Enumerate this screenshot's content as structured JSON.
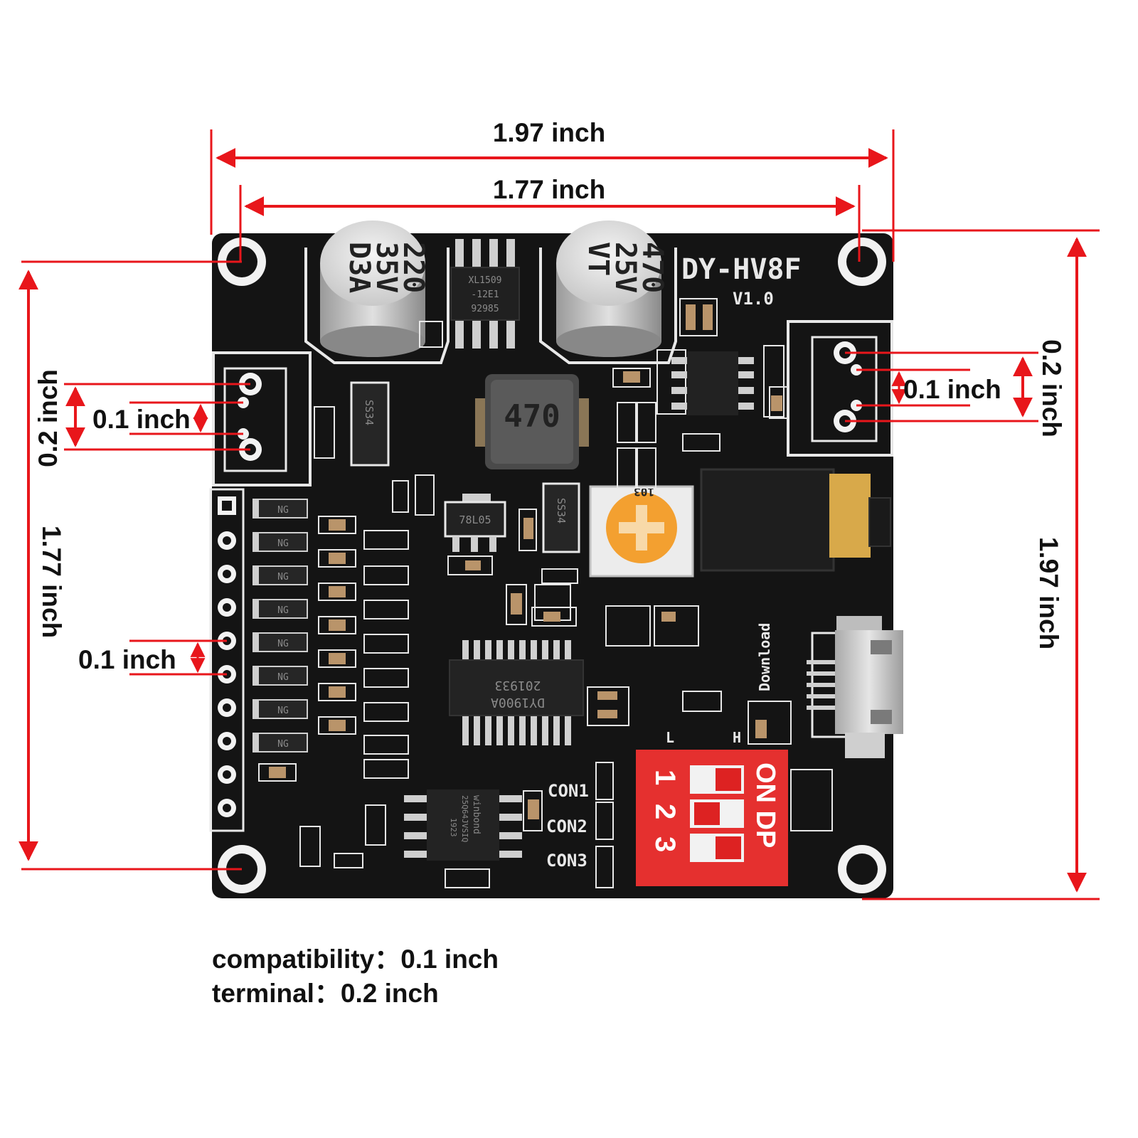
{
  "board": {
    "model": "DY-HV8F",
    "version": "V1.0",
    "capacitor_left": [
      "220",
      "35V",
      "D3A"
    ],
    "capacitor_right": [
      "470",
      "25V",
      "VT"
    ],
    "inductor": "470",
    "pot": "103",
    "regulator_chip": [
      "XL1509",
      "-12E1",
      "92985"
    ],
    "main_chip": [
      "201933",
      "DY1900A"
    ],
    "diode_1": "SS34",
    "diode_2": "SS34",
    "ldo": "78L05",
    "flash_chip": [
      "winbond",
      "25Q64JVSIQ",
      "1923"
    ],
    "diode_label": "NG",
    "con_labels": [
      "CON1",
      "CON2",
      "CON3"
    ],
    "dip_on_label": "ON DP",
    "dip_numbers": [
      "1",
      "2",
      "3"
    ],
    "dip_l": "L",
    "dip_h": "H",
    "download_label": "Download"
  },
  "dimensions": {
    "top_outer": "1.97 inch",
    "top_inner": "1.77 inch",
    "left_terminal_pitch": "0.2 inch",
    "left_terminal_pin": "0.1 inch",
    "left_height": "1.77 inch",
    "header_pitch": "0.1 inch",
    "right_terminal_pitch": "0.2 inch",
    "right_terminal_pin": "0.1 inch",
    "right_height": "1.97 inch"
  },
  "notes": {
    "compatibility": "compatibility：0.1 inch",
    "terminal": "terminal：0.2 inch"
  },
  "colors": {
    "dimension_red": "#e8161b",
    "pcb_black": "#141414",
    "dip_red": "#e5302f",
    "pot_orange": "#f3a030"
  }
}
